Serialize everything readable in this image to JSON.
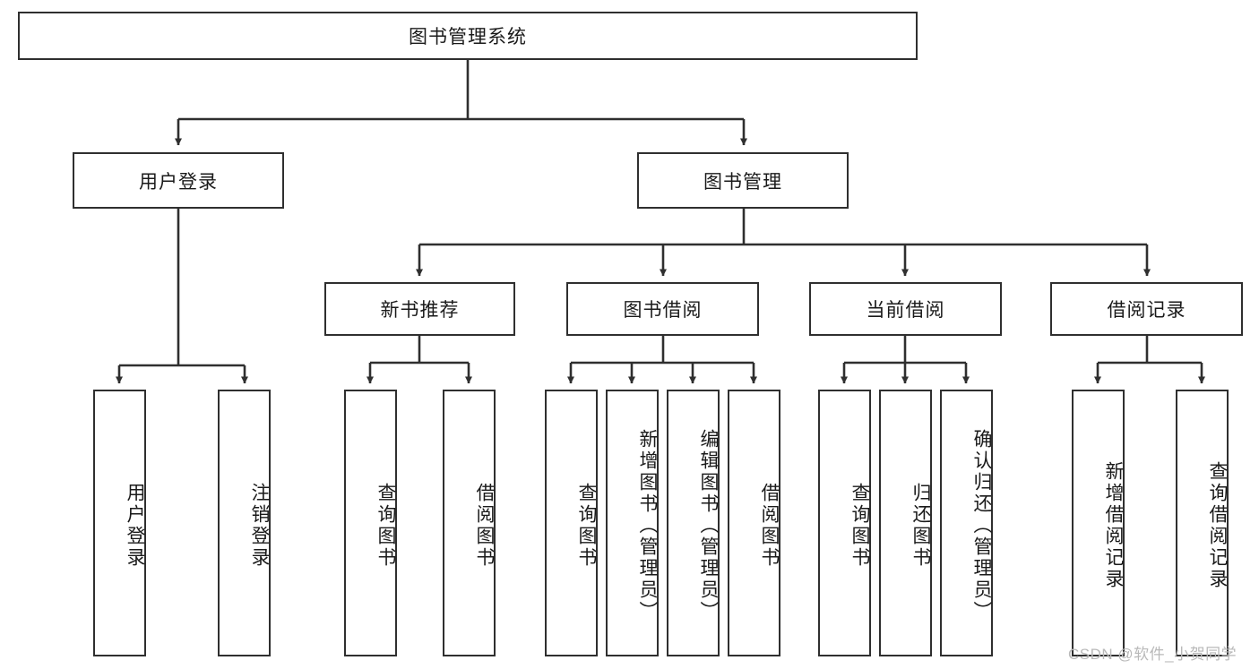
{
  "diagram": {
    "title": "图书管理系统",
    "watermark": "CSDN @软件_小贺同学",
    "colors": {
      "border": "#2f2f2f",
      "background": "#ffffff",
      "text": "#1a1a1a",
      "watermark": "#b9b9b9"
    },
    "root": {
      "label": "图书管理系统"
    },
    "level2": [
      {
        "label": "用户登录"
      },
      {
        "label": "图书管理"
      }
    ],
    "level3": [
      {
        "label": "新书推荐"
      },
      {
        "label": "图书借阅"
      },
      {
        "label": "当前借阅"
      },
      {
        "label": "借阅记录"
      }
    ],
    "leaves_user_login": [
      {
        "label": "用户登录"
      },
      {
        "label": "注销登录"
      }
    ],
    "leaves_new_book": [
      {
        "label": "查询图书"
      },
      {
        "label": "借阅图书"
      }
    ],
    "leaves_borrow": [
      {
        "label": "查询图书"
      },
      {
        "label": "新增图书（管理员）"
      },
      {
        "label": "编辑图书（管理员）"
      },
      {
        "label": "借阅图书"
      }
    ],
    "leaves_current": [
      {
        "label": "查询图书"
      },
      {
        "label": "归还图书"
      },
      {
        "label": "确认归还（管理员）"
      }
    ],
    "leaves_record": [
      {
        "label": "新增借阅记录"
      },
      {
        "label": "查询借阅记录"
      }
    ]
  }
}
